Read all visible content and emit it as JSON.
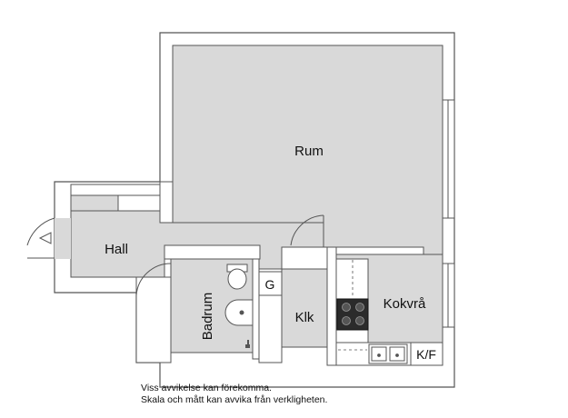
{
  "rooms": {
    "rum": "Rum",
    "hall": "Hall",
    "badrum": "Badrum",
    "klk": "Klk",
    "kokvra": "Kokvrå"
  },
  "fixtures": {
    "g": "G",
    "kf": "K/F"
  },
  "notes": {
    "line1": "Viss avvikelse kan förekomma.",
    "line2": "Skala och mått kan avvika från verkligheten."
  },
  "colors": {
    "wall": "#ffffff",
    "wall_outline": "#555555",
    "floor": "#d9d9d9"
  }
}
